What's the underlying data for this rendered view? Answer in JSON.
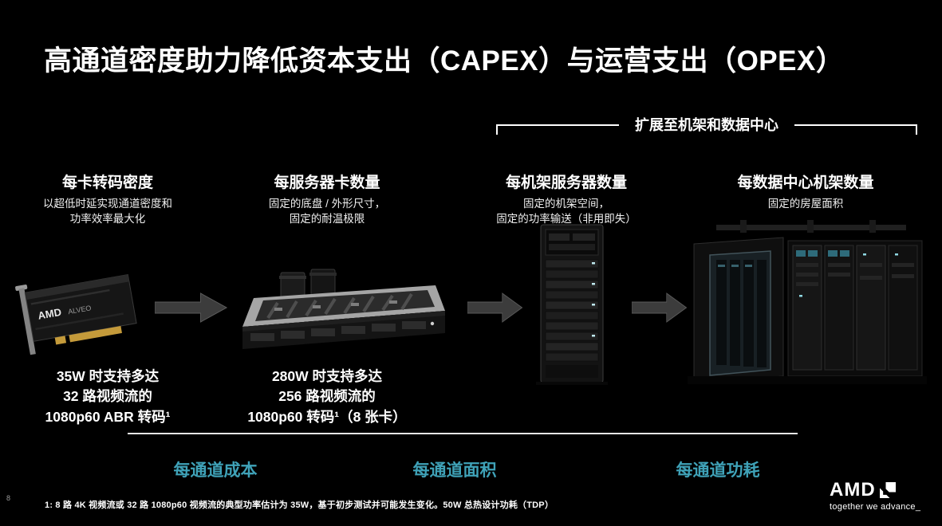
{
  "slide": {
    "page_number": "8",
    "title": "高通道密度助力降低资本支出（CAPEX）与运营支出（OPEX）",
    "bracket_label": "扩展至机架和数据中心",
    "columns": [
      {
        "heading": "每卡转码密度",
        "subtitle_lines": [
          "以超低时延实现通道密度和",
          "功率效率最大化"
        ],
        "image": "alveo-transcoding-card",
        "caption_lines": [
          "35W 时支持多达",
          "32 路视频流的",
          "1080p60 ABR 转码¹"
        ]
      },
      {
        "heading": "每服务器卡数量",
        "subtitle_lines": [
          "固定的底盘 / 外形尺寸，",
          "固定的耐温极限"
        ],
        "image": "2u-server-with-cards",
        "caption_lines": [
          "280W 时支持多达",
          "256 路视频流的",
          "1080p60 转码¹（8 张卡）"
        ]
      },
      {
        "heading": "每机架服务器数量",
        "subtitle_lines": [
          "固定的机架空间，",
          "固定的功率输送（非用即失）"
        ],
        "image": "server-rack"
      },
      {
        "heading": "每数据中心机架数量",
        "subtitle_lines": [
          "固定的房屋面积"
        ],
        "image": "data-center"
      }
    ],
    "metrics": [
      "每通道成本",
      "每通道面积",
      "每通道功耗"
    ],
    "footnote": "1: 8 路 4K 视频流或 32 路 1080p60 视频流的典型功率估计为 35W，基于初步测试并可能发生变化。50W 总热设计功耗（TDP）",
    "logo": {
      "brand": "AMD",
      "tagline": "together we advance_"
    },
    "colors": {
      "accent_teal": "#3FA2B8",
      "background": "#000000",
      "text": "#FFFFFF"
    }
  }
}
